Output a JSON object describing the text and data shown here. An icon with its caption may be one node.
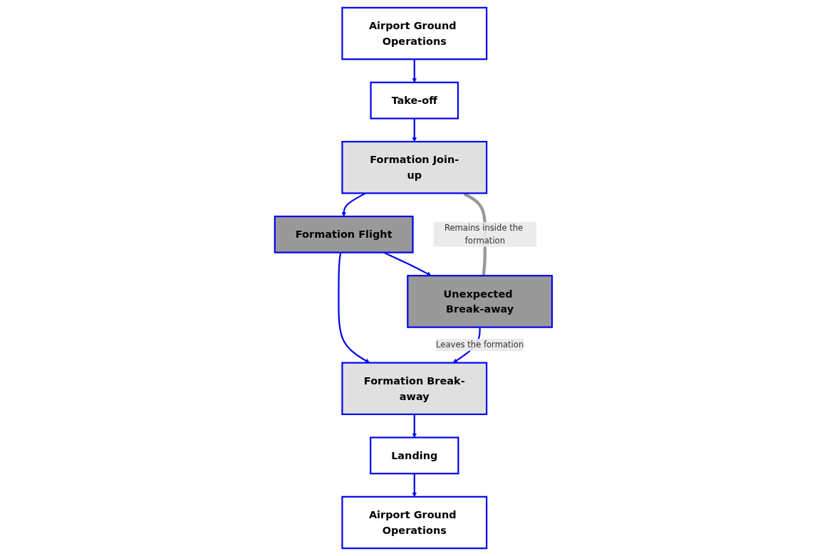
{
  "diagram": {
    "nodes": [
      {
        "text": [
          "Airport Ground Operations"
        ]
      },
      {
        "text": [
          "Take-off"
        ]
      },
      {
        "text": [
          "Formation Join-up"
        ]
      },
      {
        "text": [
          "Formation Flight"
        ]
      },
      {
        "text": [
          "Formation Break-away"
        ]
      },
      {
        "text": [
          "Landing"
        ]
      },
      {
        "text": [
          "Airport Ground Operations"
        ]
      },
      {
        "text": [
          "Unexpected Break-away"
        ]
      }
    ],
    "edges": [
      {
        "from": 0,
        "to": 1,
        "arrow": "to"
      },
      {
        "from": 1,
        "to": 2,
        "arrow": "to"
      },
      {
        "from": 2,
        "to": 3,
        "arrow": "to"
      },
      {
        "from": 3,
        "to": 4,
        "arrow": "to"
      },
      {
        "from": 4,
        "to": 5,
        "arrow": "to"
      },
      {
        "from": 5,
        "to": 6,
        "arrow": "to"
      },
      {
        "from": 3,
        "to": 7,
        "arrow": "to"
      },
      {
        "from": 7,
        "to": 2,
        "arrow": "to",
        "label": "Remains inside the formation",
        "style": "thick",
        "color": "#999999"
      },
      {
        "from": 7,
        "to": 4,
        "arrow": "to",
        "label": "Leaves the formation"
      }
    ]
  }
}
